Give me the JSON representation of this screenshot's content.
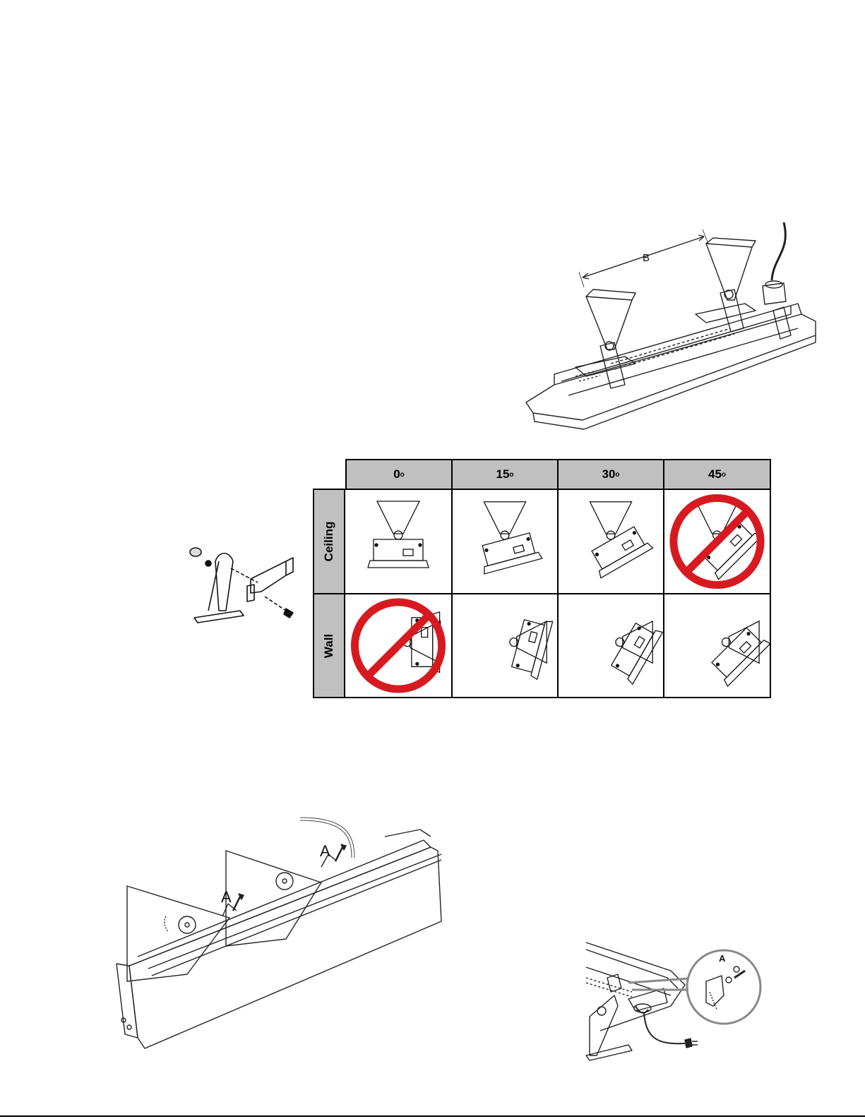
{
  "figure_top": {
    "dimension_label": "B"
  },
  "angle_table": {
    "columns": [
      "0",
      "15",
      "30",
      "45"
    ],
    "degree_mark": "o",
    "rows": [
      {
        "label": "Ceiling",
        "prohibited": [
          false,
          false,
          false,
          true
        ]
      },
      {
        "label": "Wall",
        "prohibited": [
          true,
          false,
          false,
          false
        ]
      }
    ],
    "prohibit_color": "#d71920",
    "header_color": "#c0c0c0"
  },
  "figure_bottom_left": {
    "callout_left": "A",
    "callout_right": "A"
  },
  "figure_bottom_right": {
    "callout": "A"
  }
}
